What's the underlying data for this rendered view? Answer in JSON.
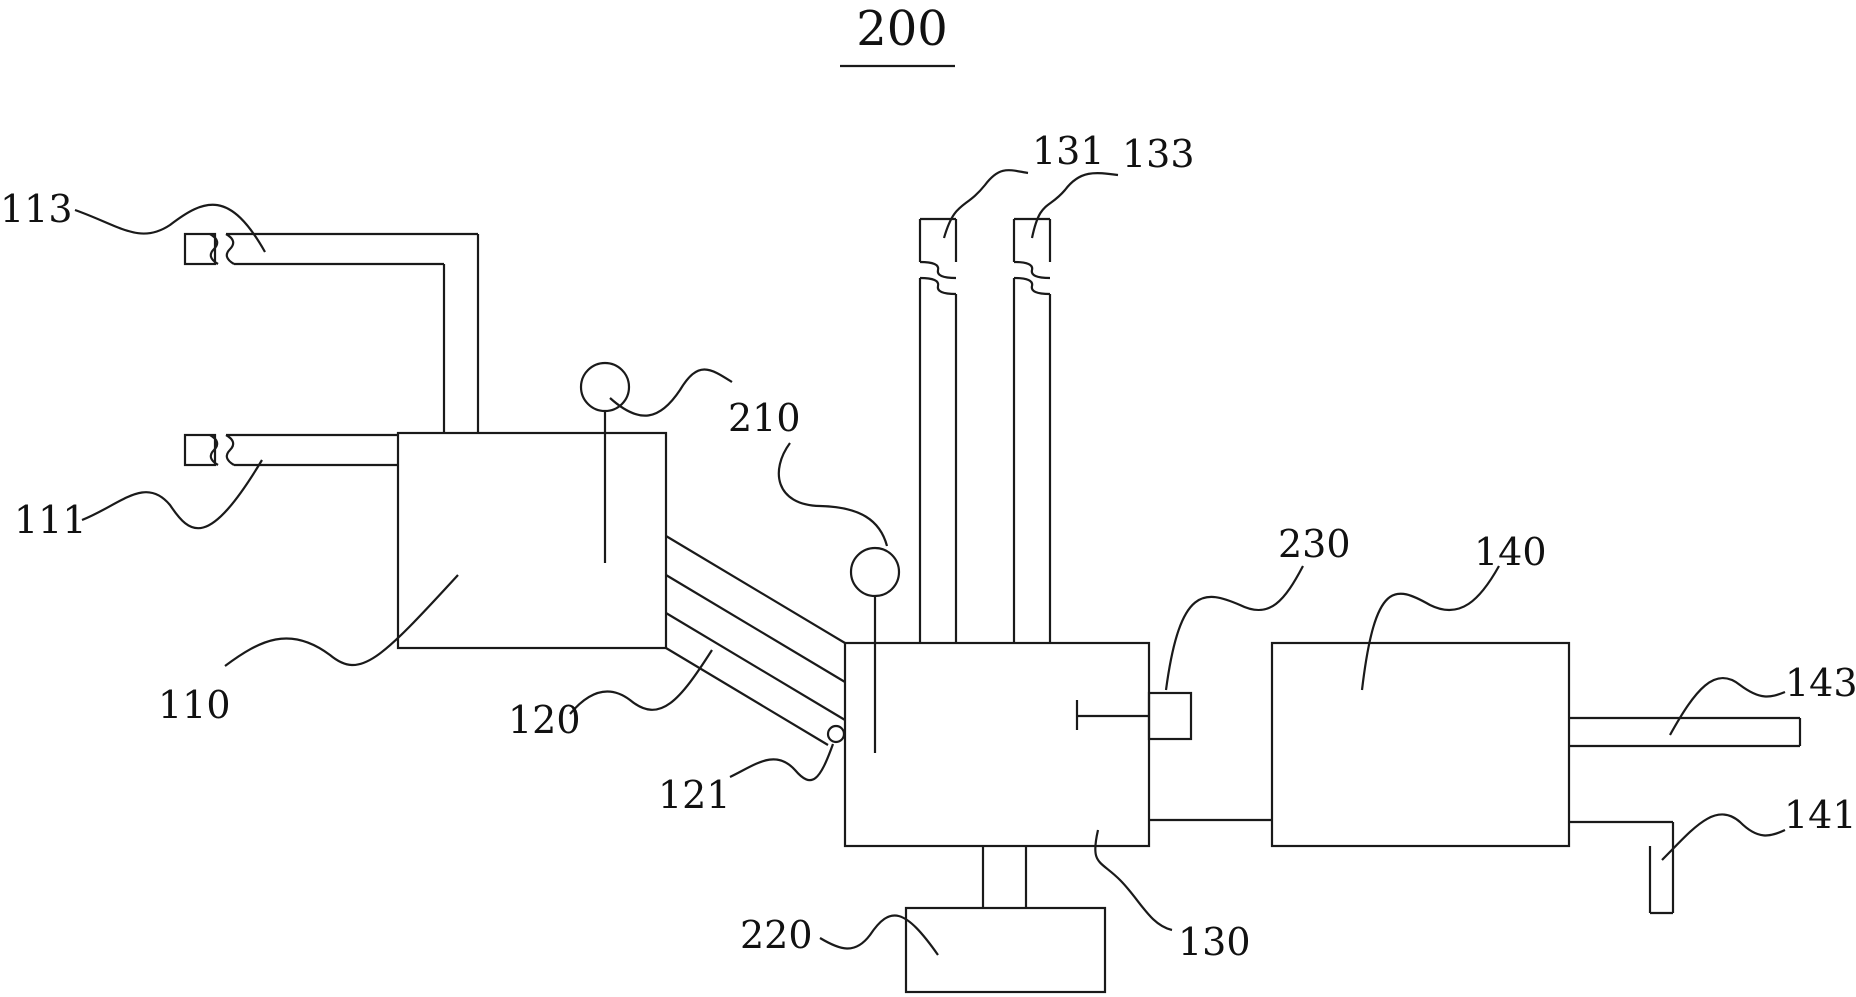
{
  "title": "200",
  "colors": {
    "stroke": "#1a1a1a",
    "background": "#ffffff"
  },
  "labels": {
    "l113": "113",
    "l111": "111",
    "l110": "110",
    "l120": "120",
    "l121": "121",
    "l210a": "210",
    "l210b": "210",
    "l131": "131",
    "l133": "133",
    "l230": "230",
    "l140": "140",
    "l143": "143",
    "l141": "141",
    "l130": "130",
    "l220": "220"
  }
}
